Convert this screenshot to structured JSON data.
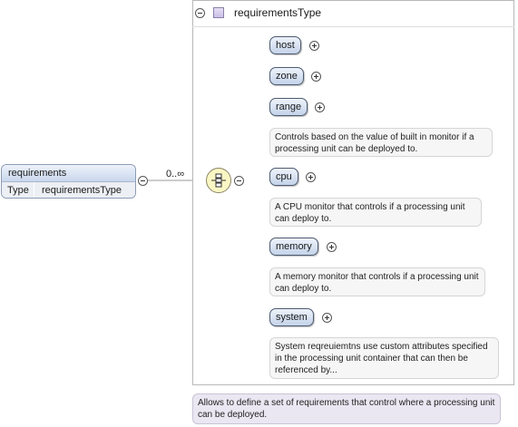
{
  "type": {
    "name": "requirementsType"
  },
  "element": {
    "name": "requirements",
    "type_label": "Type",
    "type_value": "requirementsType",
    "occurs": "0..∞"
  },
  "children": [
    {
      "name": "host",
      "doc": ""
    },
    {
      "name": "zone",
      "doc": ""
    },
    {
      "name": "range",
      "doc": "Controls based on the value of built in monitor if a processing unit can be deployed to."
    },
    {
      "name": "cpu",
      "doc": "A CPU monitor that controls if a processing unit can deploy to."
    },
    {
      "name": "memory",
      "doc": "A memory monitor that controls if a processing unit can deploy to."
    },
    {
      "name": "system",
      "doc": "System reqreuiemtns use custom attributes specified in the processing unit container that can then be referenced by..."
    }
  ],
  "documentation": "Allows to define a set of requirements that control where a processing unit can be deployed."
}
